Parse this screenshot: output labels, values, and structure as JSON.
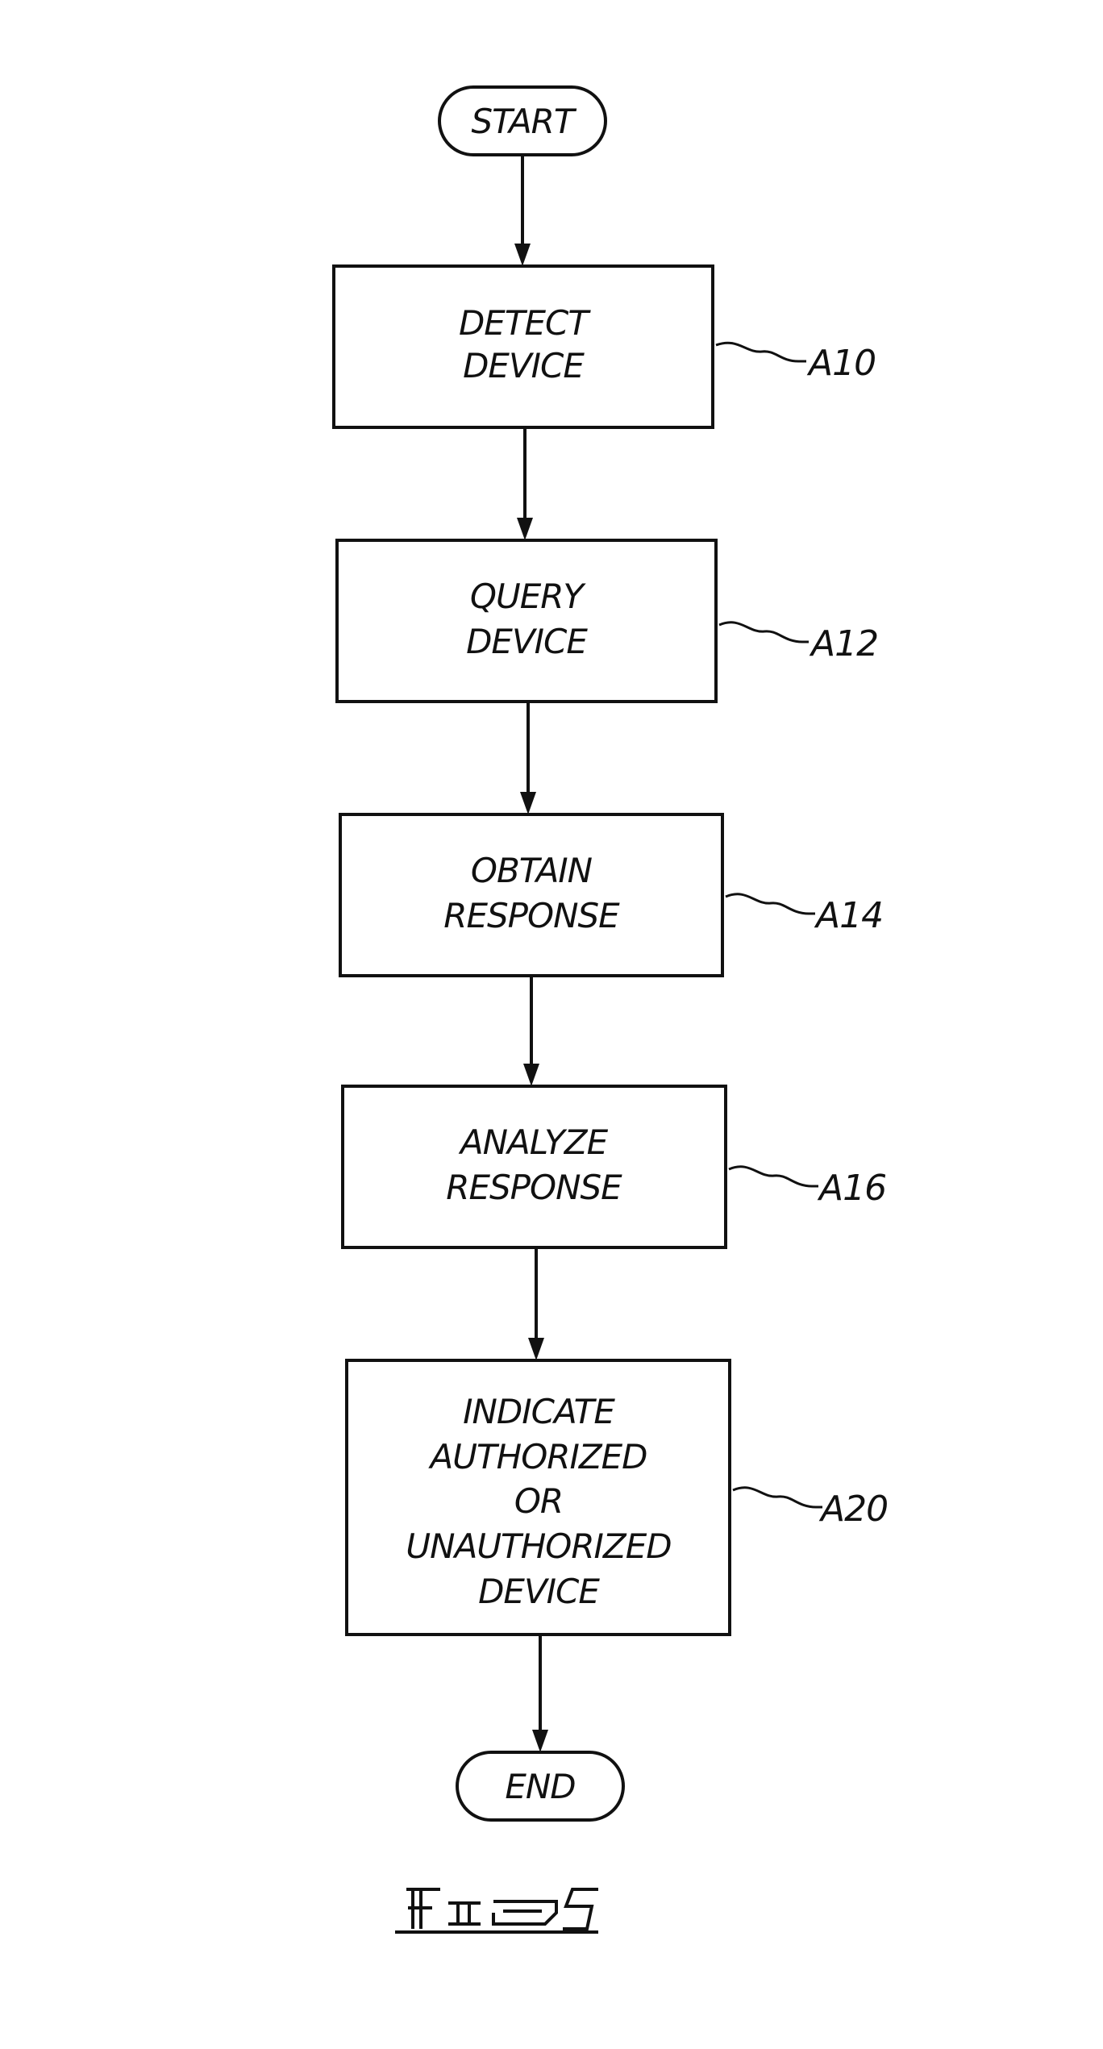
{
  "flowchart": {
    "start_label": "START",
    "end_label": "END",
    "steps": [
      {
        "lines": [
          "DETECT",
          "DEVICE"
        ],
        "ref": "A10"
      },
      {
        "lines": [
          "QUERY",
          "DEVICE"
        ],
        "ref": "A12"
      },
      {
        "lines": [
          "OBTAIN",
          "RESPONSE"
        ],
        "ref": "A14"
      },
      {
        "lines": [
          "ANALYZE",
          "RESPONSE"
        ],
        "ref": "A16"
      },
      {
        "lines": [
          "INDICATE",
          "AUTHORIZED",
          "OR",
          "UNAUTHORIZED",
          "DEVICE"
        ],
        "ref": "A20"
      }
    ]
  },
  "figure": {
    "caption": "Fig 5",
    "caption_style": "stylized-hand-lettered-logo"
  }
}
